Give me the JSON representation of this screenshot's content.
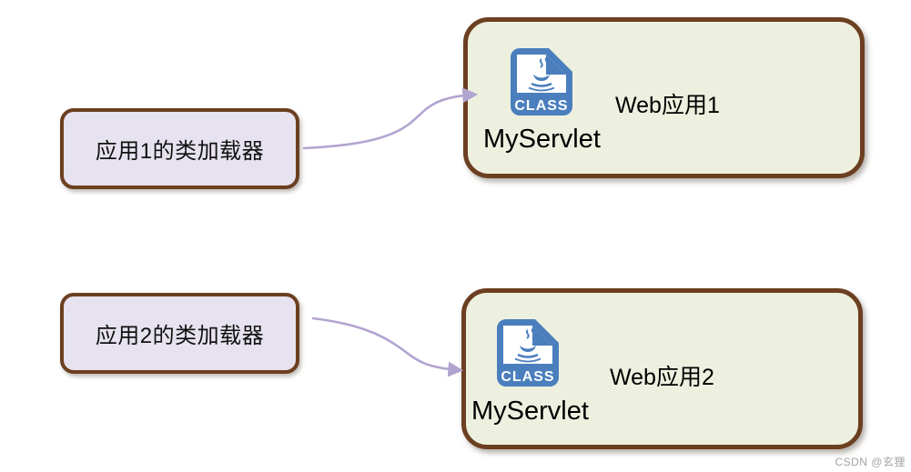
{
  "loaders": [
    {
      "label": "应用1的类加载器"
    },
    {
      "label": "应用2的类加载器"
    }
  ],
  "apps": [
    {
      "name": "Web应用1",
      "servlet": "MyServlet",
      "file_type": "CLASS"
    },
    {
      "name": "Web应用2",
      "servlet": "MyServlet",
      "file_type": "CLASS"
    }
  ],
  "watermark": "CSDN @玄狸",
  "colors": {
    "loader_fill": "#e7e2ef",
    "app_fill": "#edf0df",
    "box_border": "#6b3f20",
    "arrow": "#b2a4d1",
    "icon_blue": "#4a7ebd",
    "text": "#000000",
    "watermark_gray": "#a3a3a3"
  }
}
